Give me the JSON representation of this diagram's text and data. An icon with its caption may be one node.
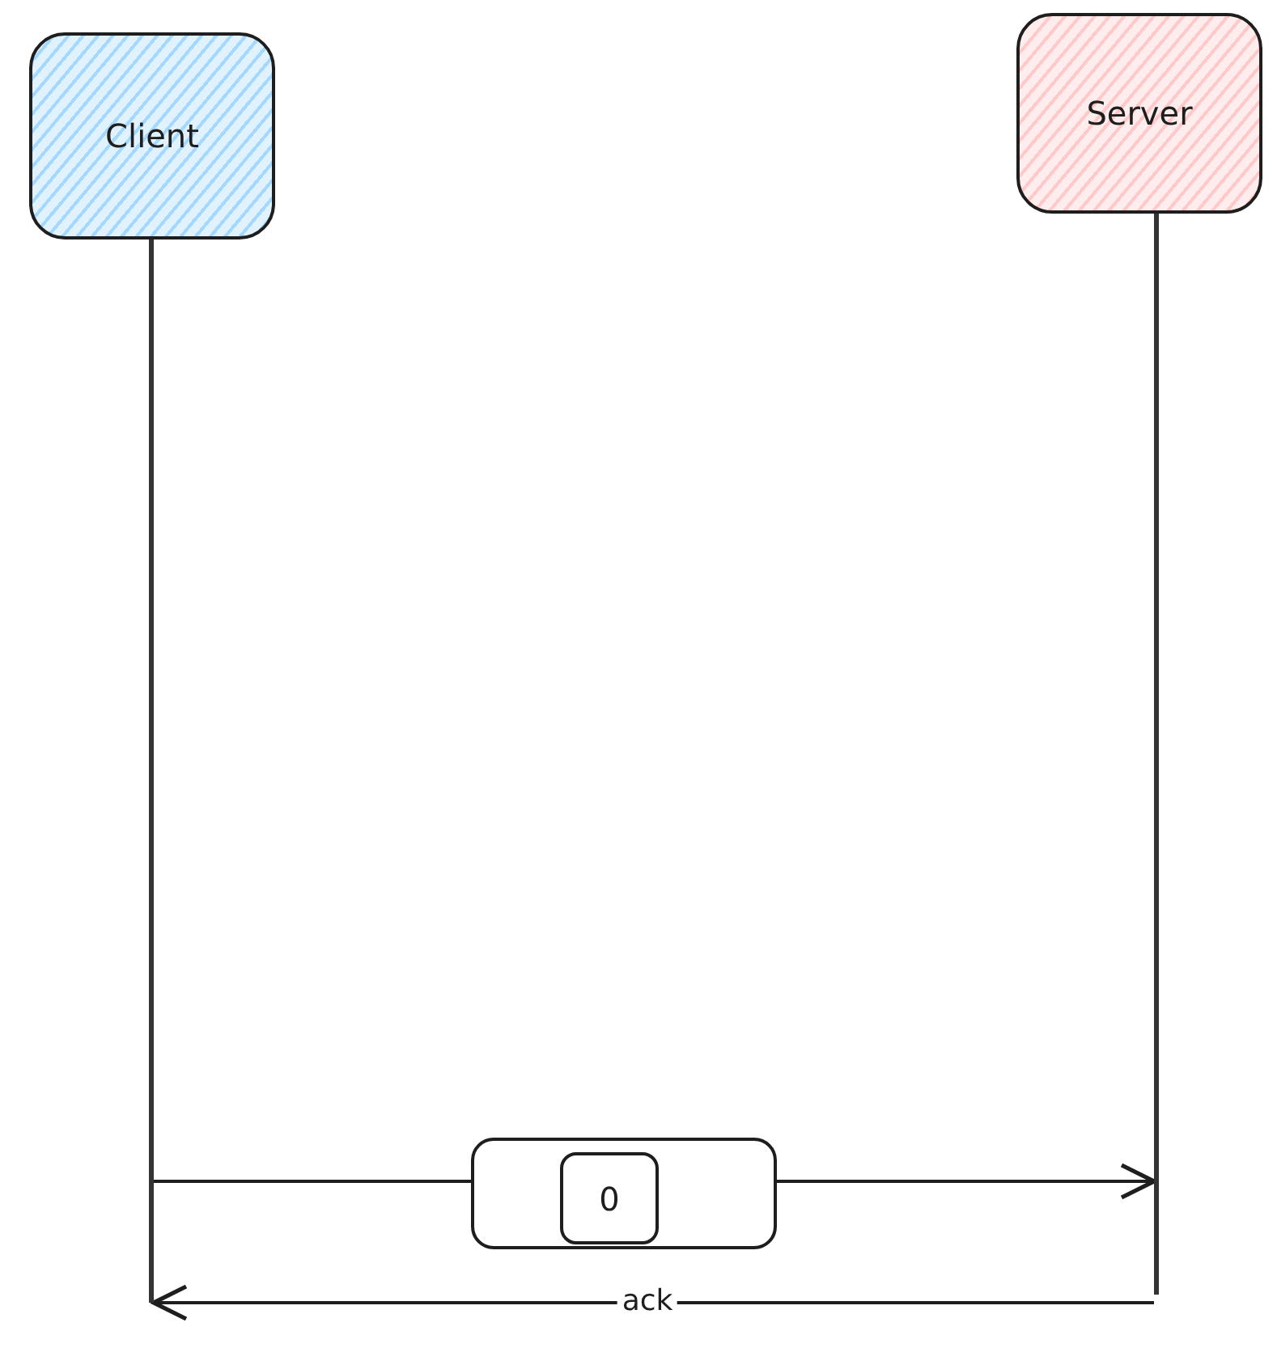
{
  "diagram": {
    "nodes": [
      {
        "text": [
          "Client"
        ]
      },
      {
        "text": [
          "Server"
        ]
      },
      {
        "text": [],
        "shape": "bar"
      },
      {
        "text": [],
        "shape": "bar"
      },
      {
        "text": [],
        "shape": "box"
      },
      {
        "text": [
          "0"
        ],
        "in": 4
      }
    ],
    "edges": [
      {
        "from": 2,
        "to": 4,
        "arrow": "none"
      },
      {
        "from": 4,
        "to": 3,
        "arrow": "to"
      },
      {
        "from": 3,
        "to": 2,
        "arrow": "to",
        "label": "ack"
      }
    ]
  }
}
